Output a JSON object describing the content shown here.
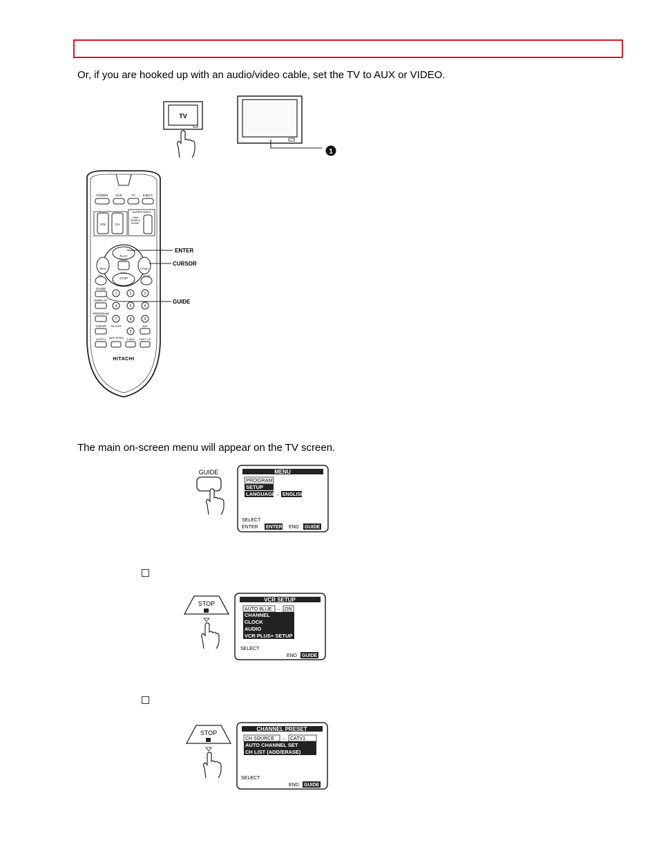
{
  "intro_text": "Or, if you are hooked up with an audio/video cable, set the TV to AUX or VIDEO.",
  "tv_button_label": "TV",
  "callout_number": "1",
  "remote": {
    "top_buttons": [
      "POWER",
      "VCR",
      "TV",
      "EJECT"
    ],
    "super_index": "SUPER INDEX",
    "vol_label": "VOL",
    "ch_label": "CH",
    "index_labels": [
      "VIEW",
      "SEARCH",
      "BLANK"
    ],
    "transport": {
      "play": "PLAY",
      "rew": "REW",
      "ffwd": "F.FWD",
      "pause": "PAUSE",
      "still": "STILL",
      "stop": "STOP",
      "rec": "REC",
      "slow": "SLOW"
    },
    "row_labels": [
      "GUIDE",
      "DISPLAY",
      "PROGRAM"
    ],
    "digits": [
      "1",
      "2",
      "3",
      "4",
      "5",
      "6",
      "7",
      "8",
      "9",
      "0"
    ],
    "bottom_labels": [
      "CLEAR",
      "VALIDATE",
      "AVE",
      "VCR/TV",
      "TAPE SPEED",
      "F.ADV",
      "LAST CH"
    ],
    "brand": "HITACHI",
    "callouts": {
      "enter": "ENTER",
      "cursor": "CURSOR",
      "guide": "GUIDE"
    }
  },
  "menu_appear_text": "The main on-screen menu will appear on the TV screen.",
  "guide_button_label": "GUIDE",
  "menu_screen": {
    "title": "MENU",
    "items": [
      "PROGRAM",
      "SETUP",
      "LANGUAGE"
    ],
    "language_value": "ENGLISH",
    "select_label": "SELECT",
    "enter_label": "ENTER",
    "enter_button": "ENTER",
    "end_label": "END",
    "end_button": "GUIDE"
  },
  "stop_button_label": "STOP",
  "vcr_setup_screen": {
    "title": "VCR SETUP",
    "items": [
      "AUTO BLUE",
      "CHANNEL",
      "CLOCK",
      "AUDIO",
      "VCR PLUS+ SETUP"
    ],
    "auto_blue_value": "ON",
    "select_label": "SELECT",
    "end_label": "END",
    "end_button": "GUIDE"
  },
  "channel_preset_screen": {
    "title": "CHANNEL PRESET",
    "items": [
      "CH SOURCE",
      "AUTO CHANNEL SET",
      "CH LIST (ADD/ERASE)"
    ],
    "ch_source_value": "CATV1",
    "select_label": "SELECT",
    "end_label": "END",
    "end_button": "GUIDE"
  }
}
